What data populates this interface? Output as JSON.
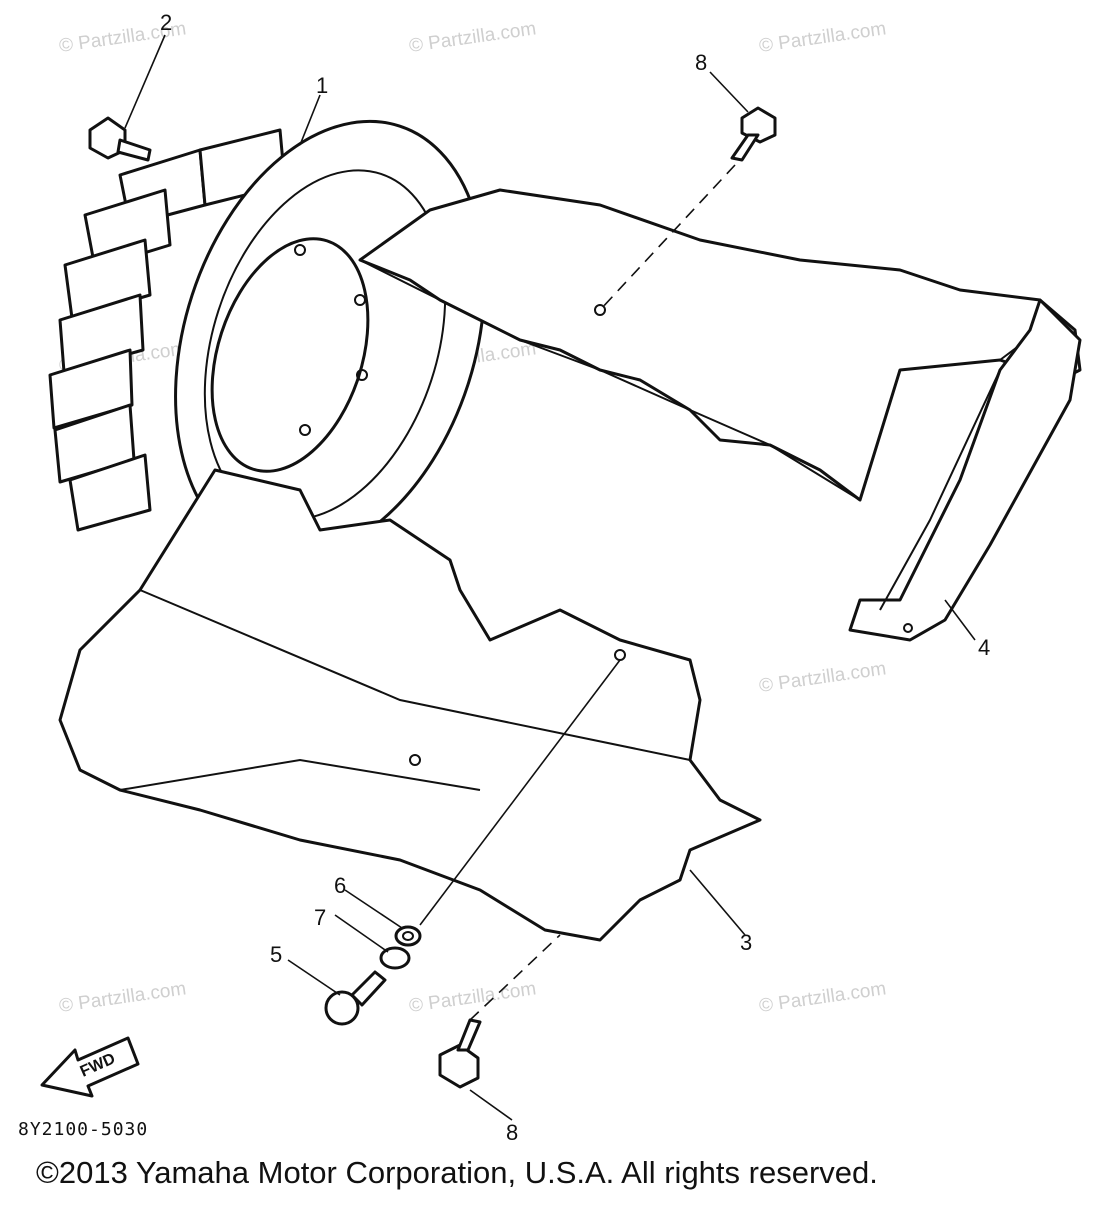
{
  "diagram": {
    "watermark_text": "© Partzilla.com",
    "diagram_code": "8Y2100-5030",
    "fwd_label": "FWD",
    "copyright": "©2013  Yamaha Motor Corporation, U.S.A. All rights reserved.",
    "callouts": [
      {
        "id": "c1",
        "label": "1"
      },
      {
        "id": "c2",
        "label": "2"
      },
      {
        "id": "c3",
        "label": "3"
      },
      {
        "id": "c4",
        "label": "4"
      },
      {
        "id": "c5",
        "label": "5"
      },
      {
        "id": "c6",
        "label": "6"
      },
      {
        "id": "c7",
        "label": "7"
      },
      {
        "id": "c8a",
        "label": "8"
      },
      {
        "id": "c8b",
        "label": "8"
      }
    ]
  }
}
